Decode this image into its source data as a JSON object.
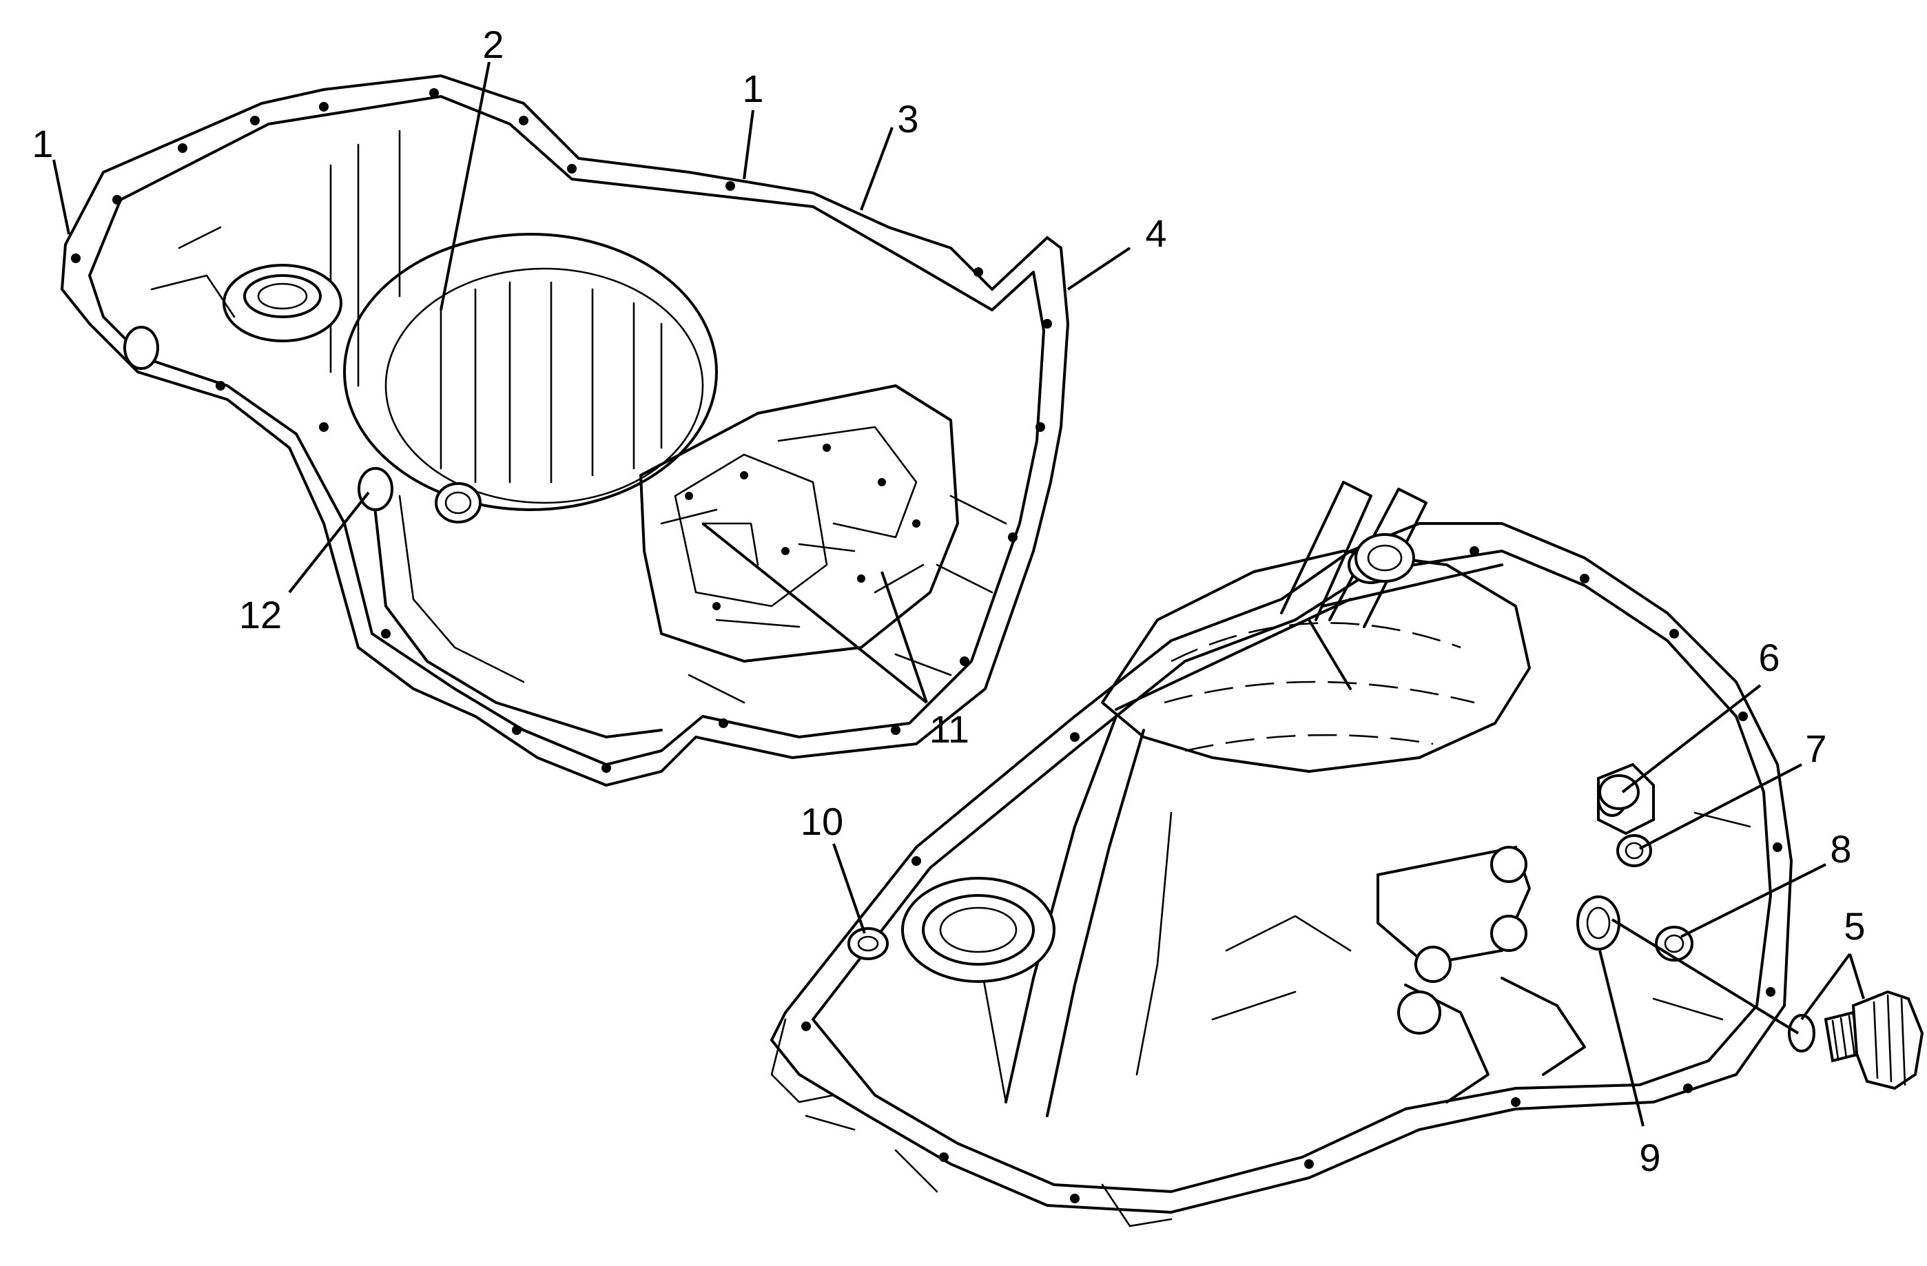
{
  "diagram": {
    "callouts": [
      {
        "id": "c1a",
        "text": "1"
      },
      {
        "id": "c2",
        "text": "2"
      },
      {
        "id": "c1b",
        "text": "1"
      },
      {
        "id": "c3",
        "text": "3"
      },
      {
        "id": "c4",
        "text": "4"
      },
      {
        "id": "c12",
        "text": "12"
      },
      {
        "id": "c11",
        "text": "11"
      },
      {
        "id": "c6",
        "text": "6"
      },
      {
        "id": "c7",
        "text": "7"
      },
      {
        "id": "c8",
        "text": "8"
      },
      {
        "id": "c5",
        "text": "5"
      },
      {
        "id": "c10",
        "text": "10"
      },
      {
        "id": "c9",
        "text": "9"
      }
    ]
  }
}
